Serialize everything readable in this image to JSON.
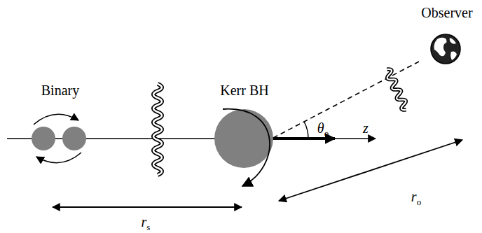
{
  "diagram": {
    "labels": [
      "Observer",
      "Binary",
      "Kerr BH",
      "z",
      "θo",
      "ro",
      "rs"
    ]
  }
}
